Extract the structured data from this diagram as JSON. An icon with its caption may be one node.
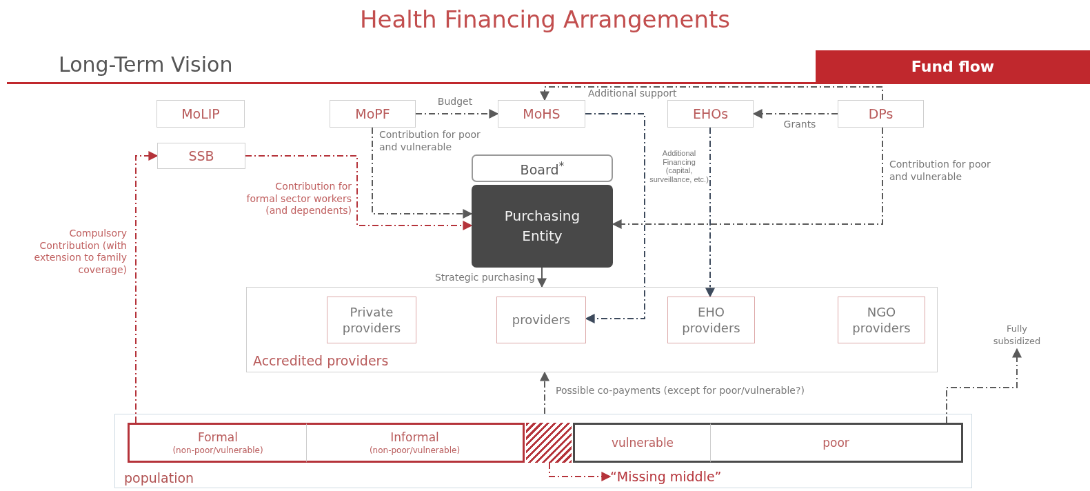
{
  "diagram": {
    "title": "Health Financing Arrangements",
    "nodes": [
      {
        "text": [
          "MoLIP"
        ]
      },
      {
        "text": [
          "MoPF"
        ]
      },
      {
        "text": [
          "MoHS"
        ]
      },
      {
        "text": [
          "EHOs"
        ]
      },
      {
        "text": [
          "DPs"
        ]
      },
      {
        "text": [
          "SSB"
        ]
      },
      {
        "text": [
          "Board$^{*}$"
        ]
      },
      {
        "text": [
          "Purchasing Entity"
        ]
      },
      {
        "text": [
          "Accredited providers"
        ]
      },
      {
        "text": [
          "Private providers"
        ],
        "in": 8
      },
      {
        "text": [
          "providers"
        ],
        "in": 8
      },
      {
        "text": [
          "EHO providers"
        ],
        "in": 8
      },
      {
        "text": [
          "NGO providers"
        ],
        "in": 8
      },
      {
        "text": [
          "population"
        ]
      },
      {
        "text": [
          "Formal",
          "(non-poor/vulnerable)"
        ],
        "in": 13
      },
      {
        "text": [
          "Informal",
          "(non-poor/vulnerable)"
        ],
        "in": 13
      },
      {
        "text": [],
        "shape": "box",
        "in": 13
      },
      {
        "text": [
          "vulnerable"
        ],
        "in": 13
      },
      {
        "text": [
          "poor"
        ],
        "in": 13
      },
      {
        "text": [
          "“Missing middle”"
        ],
        "in": 13
      },
      {
        "text": [
          "Fully subsidized"
        ]
      }
    ],
    "edges": [
      {
        "from": 1,
        "to": 2,
        "arrow": "to",
        "label": "Budget",
        "style": "dashed"
      },
      {
        "from": 4,
        "to": 3,
        "arrow": "to",
        "label": "Grants",
        "style": "dashed"
      },
      {
        "from": 4,
        "to": 2,
        "arrow": "to",
        "label": "Additional support",
        "style": "dashed"
      },
      {
        "from": 1,
        "to": 7,
        "arrow": "to",
        "label": "Contribution for poor and vulnerable",
        "style": "dashed"
      },
      {
        "from": 5,
        "to": 7,
        "arrow": "to",
        "label": "Contribution for formal sector workers (and dependents)",
        "style": "dashed",
        "color": "#b5333a"
      },
      {
        "from": 4,
        "to": 7,
        "arrow": "to",
        "label": "Contribution for poor and vulnerable",
        "style": "dashed"
      },
      {
        "from": 2,
        "to": 10,
        "arrow": "to",
        "label": "Additional Financing (capital, surveillance, etc.)",
        "style": "dashed",
        "color": "#3d4a5c"
      },
      {
        "from": 3,
        "to": 11,
        "arrow": "to",
        "style": "dashed",
        "color": "#3d4a5c"
      },
      {
        "from": 7,
        "to": 8,
        "arrow": "to",
        "label": "Strategic purchasing"
      },
      {
        "from": 14,
        "to": 5,
        "arrow": "to",
        "label": "Compulsory Contribution (with extension to family coverage)",
        "style": "dashed",
        "color": "#b5333a"
      },
      {
        "from": 13,
        "to": 8,
        "arrow": "to",
        "label": "Possible co-payments (except for poor/vulnerable?)",
        "style": "dashed"
      },
      {
        "from": 16,
        "to": 19,
        "arrow": "to",
        "style": "dashed",
        "color": "#b5333a"
      },
      {
        "from": 18,
        "to": 20,
        "arrow": "to",
        "style": "dashed"
      }
    ],
    "labels": [
      "Long-Term Vision",
      "Fund flow"
    ]
  }
}
